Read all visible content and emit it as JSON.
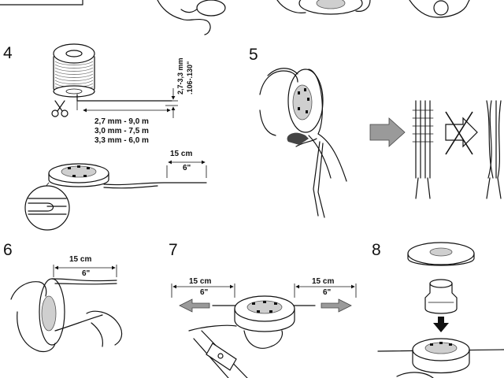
{
  "steps": [
    {
      "number": "4"
    },
    {
      "number": "5"
    },
    {
      "number": "6"
    },
    {
      "number": "7"
    },
    {
      "number": "8"
    }
  ],
  "step4": {
    "dia_mm": "2,7-3,3 mm",
    "dia_in": ".106-.130\"",
    "length_1": "2,7 mm - 9,0 m",
    "length_2": "3,0 mm - 7,5 m",
    "length_3": "3,3 mm - 6,0 m",
    "cut_cm": "15 cm",
    "cut_in": "6\""
  },
  "step6": {
    "cut_cm": "15 cm",
    "cut_in": "6\""
  },
  "step7": {
    "left_cm": "15 cm",
    "left_in": "6\"",
    "right_cm": "15 cm",
    "right_in": "6\""
  },
  "icons": [
    "scissors-icon",
    "arrow-right-icon",
    "cross-out-icon",
    "arrow-down-icon",
    "rotate-arrow-icon"
  ]
}
